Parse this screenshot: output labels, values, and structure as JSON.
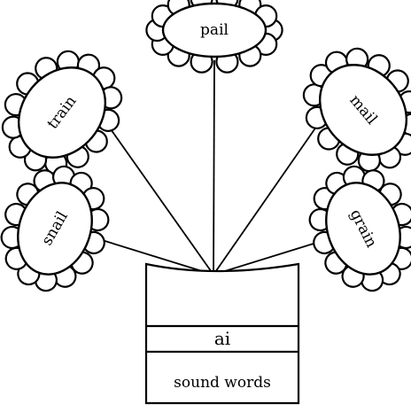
{
  "flowers": [
    {
      "word": "pail"
    },
    {
      "word": "train"
    },
    {
      "word": "mail"
    },
    {
      "word": "snail"
    },
    {
      "word": "grain"
    }
  ],
  "pot": {
    "sound": "ai",
    "caption": "sound words"
  }
}
